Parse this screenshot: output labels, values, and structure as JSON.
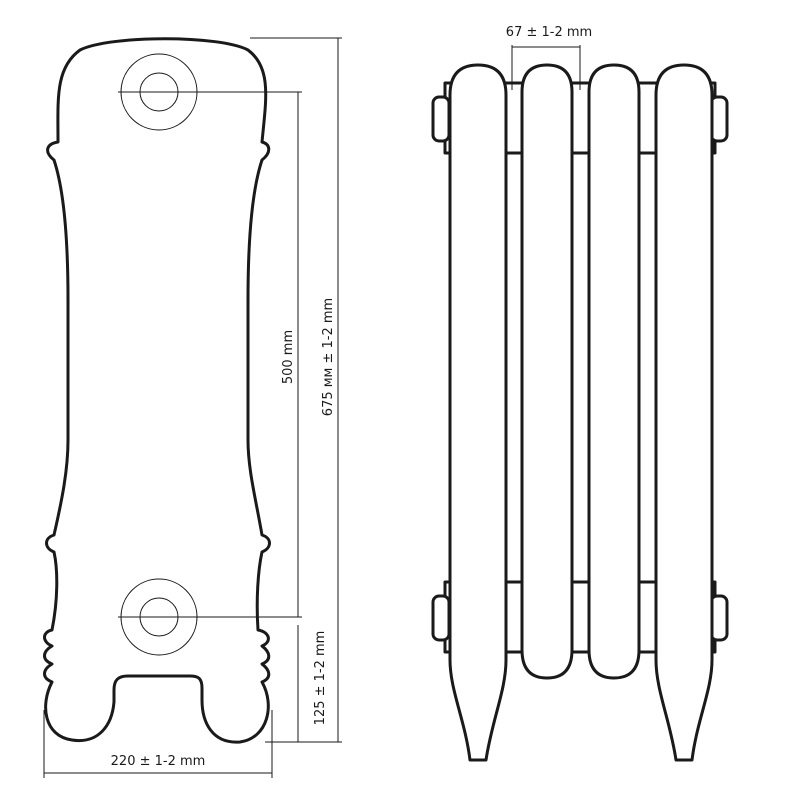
{
  "dimensions": {
    "top_spacing": "67 ± 1-2 mm",
    "axis_distance": "500 mm",
    "total_height": "675 мм ± 1-2 mm",
    "bottom_height": "125 ± 1-2 mm",
    "width": "220 ± 1-2 mm"
  },
  "colors": {
    "line": "#1a1a1a",
    "background": "#ffffff"
  }
}
